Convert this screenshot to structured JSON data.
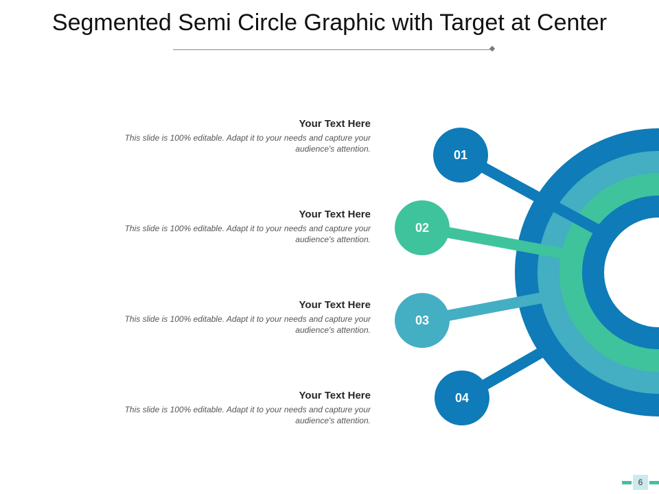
{
  "title": "Segmented Semi Circle Graphic with Target at Center",
  "items": [
    {
      "number": "01",
      "heading": "Your Text Here",
      "body": "This slide is 100% editable. Adapt it to your needs and capture your audience's attention."
    },
    {
      "number": "02",
      "heading": "Your Text Here",
      "body": "This slide is 100% editable. Adapt it to your needs and capture your audience's attention."
    },
    {
      "number": "03",
      "heading": "Your Text Here",
      "body": "This slide is 100% editable. Adapt it to your needs and capture your audience's attention."
    },
    {
      "number": "04",
      "heading": "Your Text Here",
      "body": "This slide is 100% editable. Adapt it to your needs and capture your audience's attention."
    }
  ],
  "page_number": "6",
  "colors": {
    "dark_blue": "#0f7bb8",
    "teal": "#44aec3",
    "green": "#3fc39c",
    "title_text": "#111111"
  }
}
